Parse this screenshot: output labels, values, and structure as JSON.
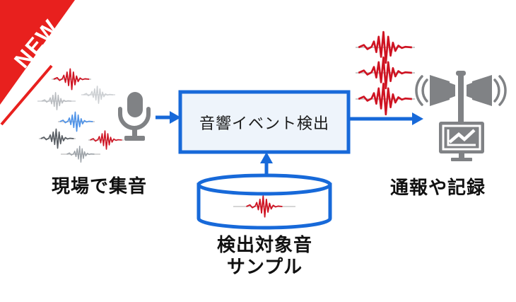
{
  "badge": {
    "label": "NEW"
  },
  "flow": {
    "source": {
      "label": "現場で集音"
    },
    "detector": {
      "label": "音響イベント検出"
    },
    "sample_db": {
      "label_line1": "検出対象音",
      "label_line2": "サンプル"
    },
    "output": {
      "label": "通報や記録"
    }
  },
  "icons": {
    "microphone": "microphone-icon",
    "pa_speaker": "pa-speaker-icon",
    "monitor_chart": "monitor-chart-icon",
    "database": "database-cylinder",
    "waveform": "waveform-icon"
  },
  "colors": {
    "ribbon_red": "#e8201e",
    "accent_blue": "#1769d9",
    "box_fill": "#eef4fb",
    "waveform_red": "#cf1322",
    "waveform_blue": "#4f93e8",
    "waveform_gray_light": "#c3c7cb",
    "waveform_gray_mid": "#9aa0a6",
    "waveform_gray_dark": "#585d63",
    "icon_gray": "#808285",
    "text_black": "#111111"
  }
}
